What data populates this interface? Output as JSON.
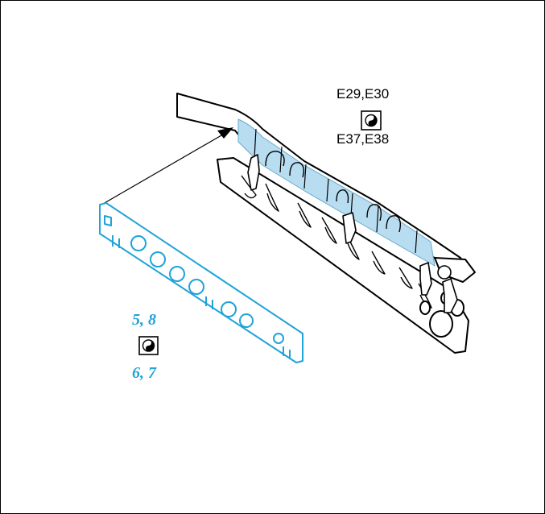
{
  "callout_top": {
    "line1": "E29,E30",
    "line2": "E37,E38",
    "icon": "yin-yang-box-icon"
  },
  "callout_bottom": {
    "line1": "5, 8",
    "line2": "6, 7",
    "icon": "yin-yang-box-icon"
  },
  "colors": {
    "highlight": "#b8dcf0",
    "accent_blue": "#1fa3d8",
    "line": "#000000"
  }
}
